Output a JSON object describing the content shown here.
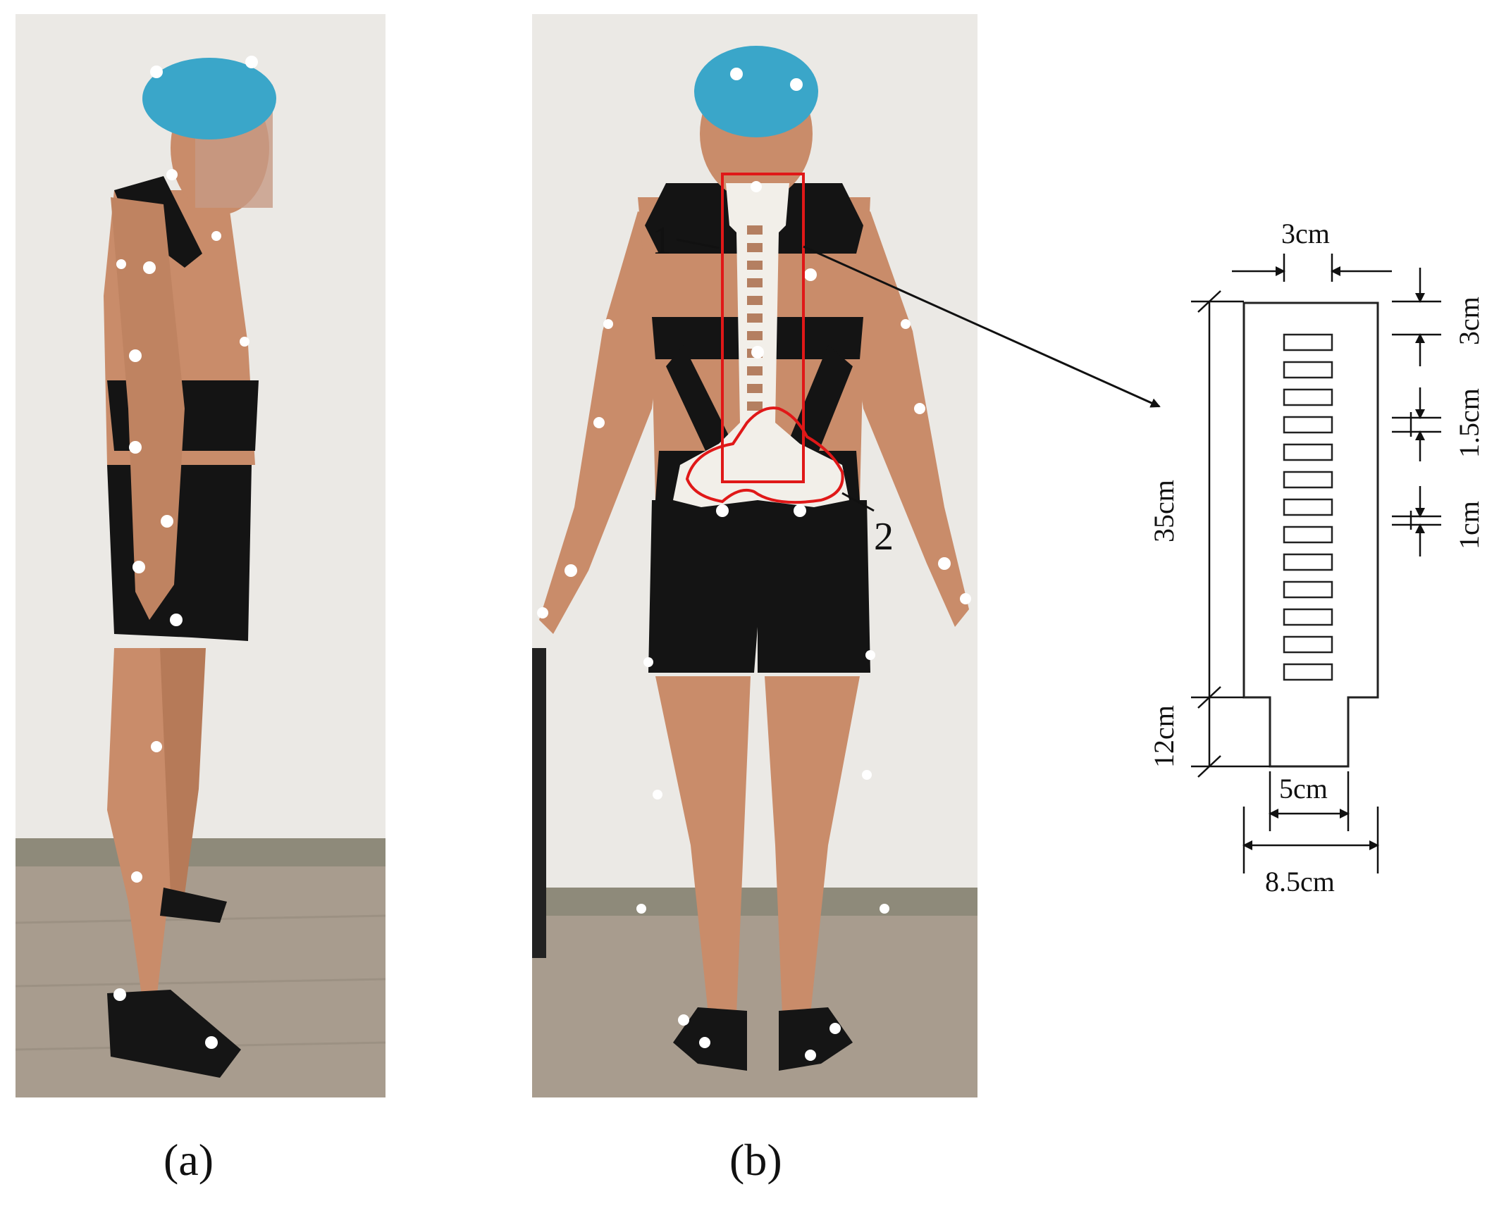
{
  "captions": {
    "a": "(a)",
    "b": "(b)"
  },
  "callouts": {
    "part1": "1",
    "part2": "2"
  },
  "dimensions": {
    "top_width": "3cm",
    "upper_length": "35cm",
    "lower_length": "12cm",
    "neck_width": "5cm",
    "base_width": "8.5cm",
    "slot_top": "3cm",
    "slot_spacing": "1.5cm",
    "slot_height": "1cm"
  },
  "colors": {
    "highlight": "#e01818",
    "wall": "#eceae6",
    "floor": "#a89c8e",
    "skin": "#c98c6a",
    "garment": "#141414",
    "cap": "#3aa6c9",
    "brace": "#f2efe9"
  }
}
